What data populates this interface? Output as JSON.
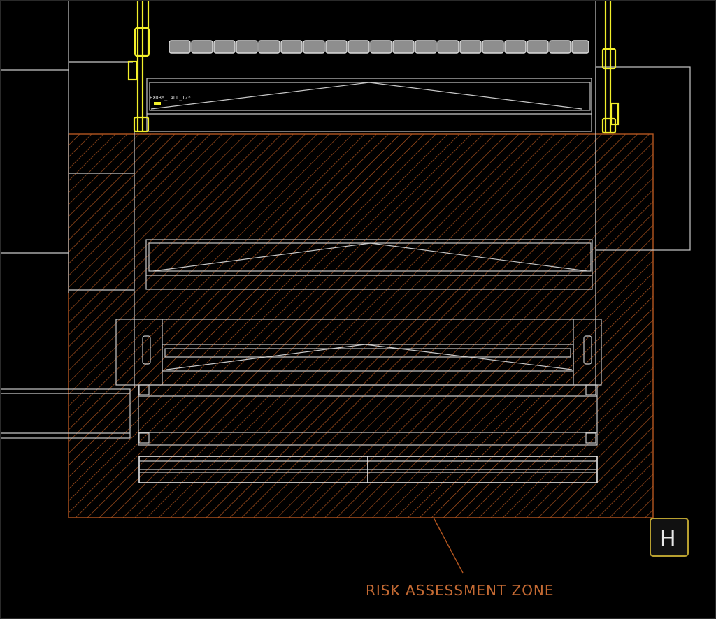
{
  "drawing": {
    "zone_label": "RISK ASSESSMENT ZONE",
    "tiny_annotation": "EXDBM_TALL_TZ*",
    "nav_marker_letter": "H",
    "colors": {
      "background": "#000000",
      "linework": "#c8c8c8",
      "door_yellow": "#f2ef2a",
      "zone_hatch": "#b3561f",
      "zone_label": "#c46a33",
      "block_fill": "#8e8e8e",
      "marker_border": "#b8a030"
    },
    "icons": {
      "nav_marker": "h-marker-icon"
    }
  }
}
